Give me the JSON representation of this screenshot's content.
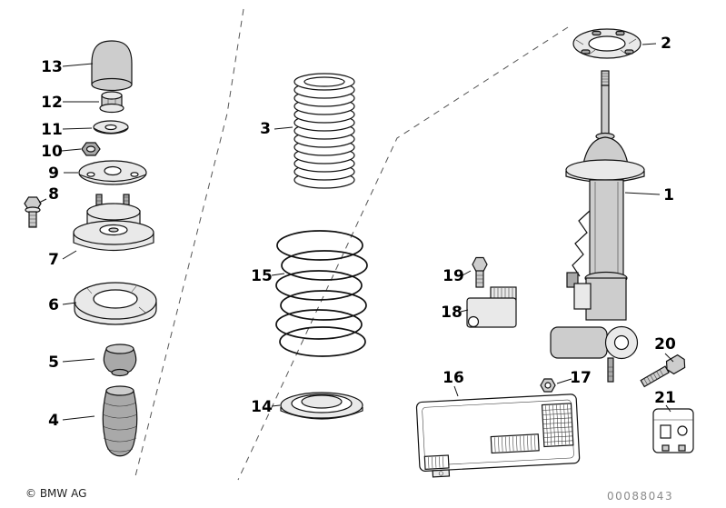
{
  "diagram": {
    "background_color": "#ffffff",
    "line_color": "#111111",
    "copyright": "© BMW AG",
    "image_number": "00088043",
    "callouts": {
      "c1": {
        "label": "1"
      },
      "c2": {
        "label": "2"
      },
      "c3": {
        "label": "3"
      },
      "c4": {
        "label": "4"
      },
      "c5": {
        "label": "5"
      },
      "c6": {
        "label": "6"
      },
      "c7": {
        "label": "7"
      },
      "c8": {
        "label": "8"
      },
      "c9": {
        "label": "9"
      },
      "c10": {
        "label": "10"
      },
      "c11": {
        "label": "11"
      },
      "c12": {
        "label": "12"
      },
      "c13": {
        "label": "13"
      },
      "c14": {
        "label": "14"
      },
      "c15": {
        "label": "15"
      },
      "c16": {
        "label": "16"
      },
      "c17": {
        "label": "17"
      },
      "c18": {
        "label": "18"
      },
      "c19": {
        "label": "19"
      },
      "c20": {
        "label": "20"
      },
      "c21": {
        "label": "21"
      }
    }
  }
}
